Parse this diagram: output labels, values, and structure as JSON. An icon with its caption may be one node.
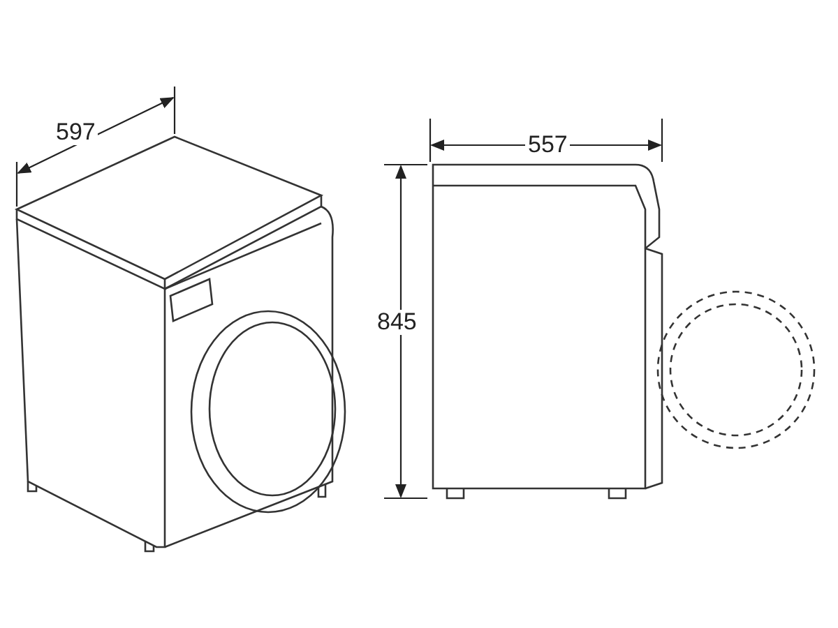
{
  "diagram": {
    "labels": [
      "597",
      "557",
      "845"
    ]
  }
}
